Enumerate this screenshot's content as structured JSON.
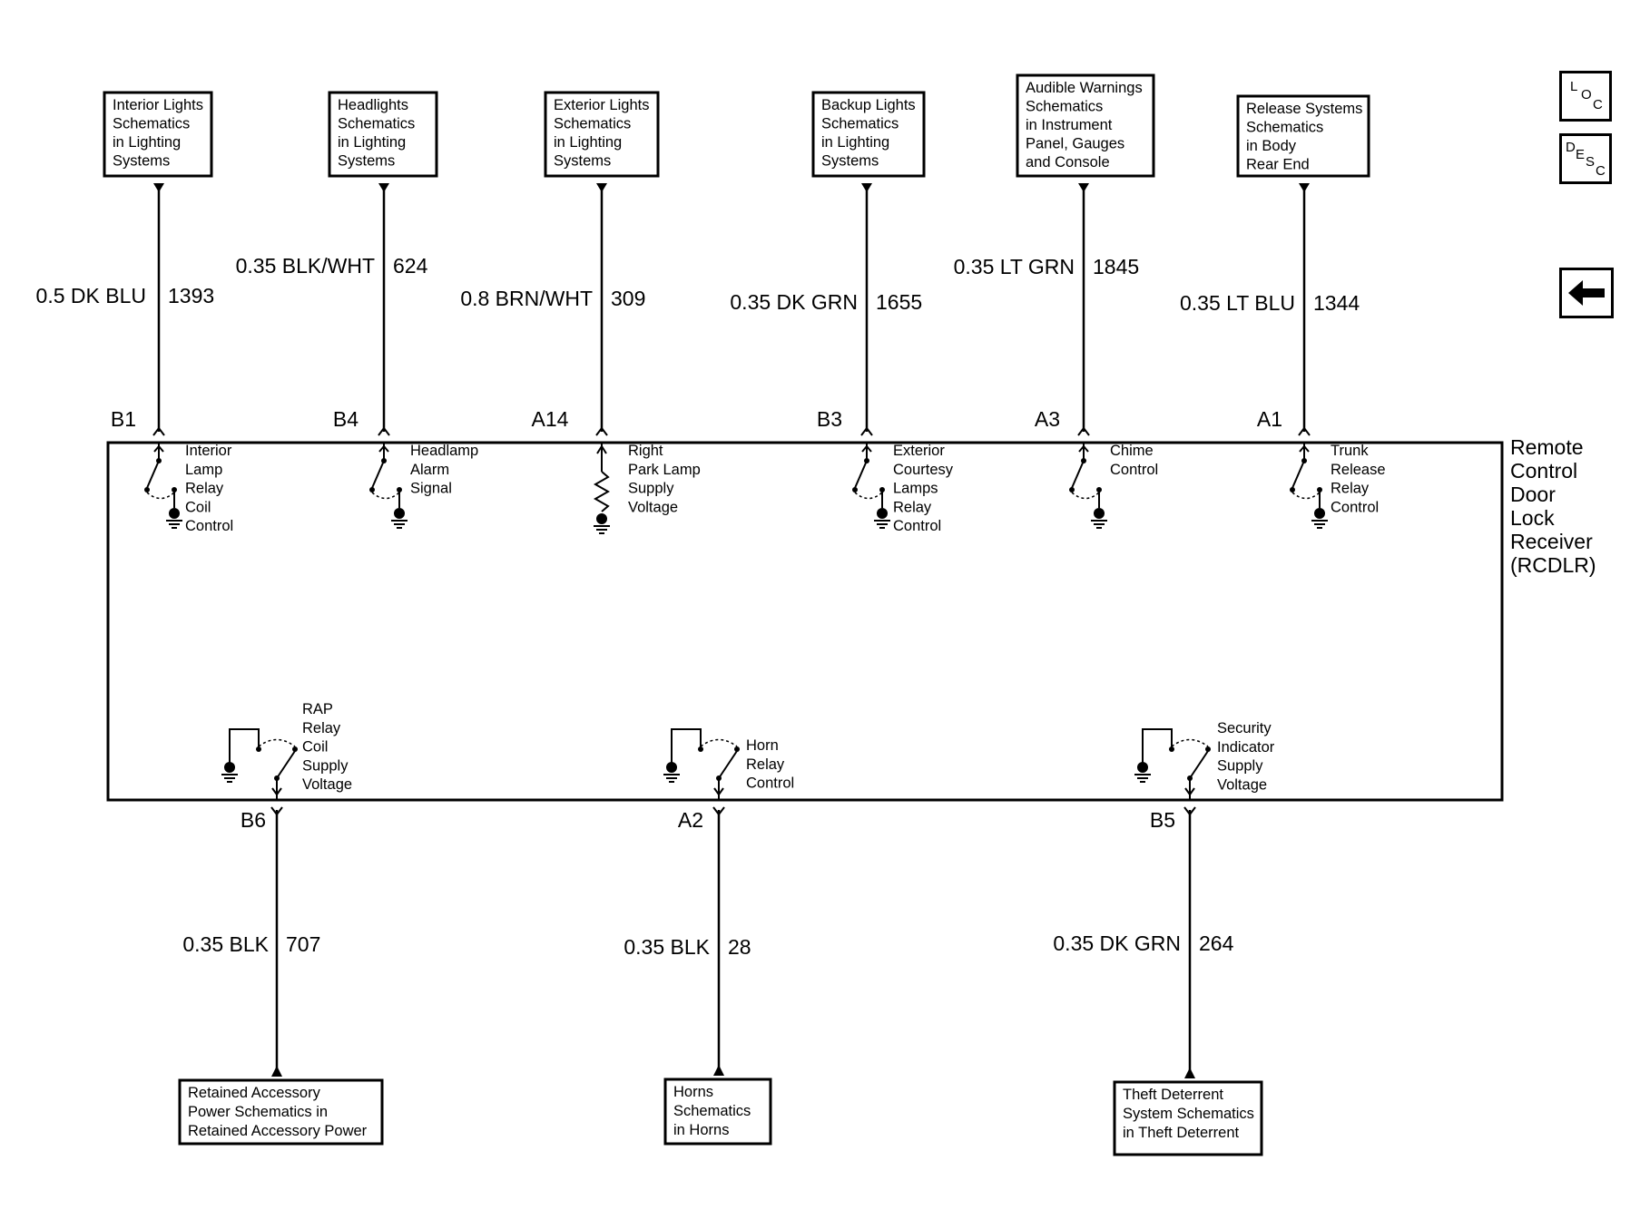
{
  "module": {
    "title_lines": [
      "Remote",
      "Control",
      "Door",
      "Lock",
      "Receiver",
      "(RCDLR)"
    ]
  },
  "nav": {
    "loc": [
      "L",
      "O",
      "C"
    ],
    "desc": [
      "D",
      "E",
      "S",
      "C"
    ]
  },
  "top_circuits": [
    {
      "box": [
        "Interior Lights",
        "Schematics",
        "in Lighting",
        "Systems"
      ],
      "gauge_color": "0.5 DK BLU",
      "circuit": "1393",
      "pin": "B1",
      "internal": [
        "Interior",
        "Lamp",
        "Relay",
        "Coil",
        "Control"
      ]
    },
    {
      "box": [
        "Headlights",
        "Schematics",
        "in Lighting",
        "Systems"
      ],
      "gauge_color": "0.35 BLK/WHT",
      "circuit": "624",
      "pin": "B4",
      "internal": [
        "Headlamp",
        "Alarm",
        "Signal"
      ]
    },
    {
      "box": [
        "Exterior Lights",
        "Schematics",
        "in Lighting",
        "Systems"
      ],
      "gauge_color": "0.8 BRN/WHT",
      "circuit": "309",
      "pin": "A14",
      "internal": [
        "Right",
        "Park Lamp",
        "Supply",
        "Voltage"
      ]
    },
    {
      "box": [
        "Backup Lights",
        "Schematics",
        "in Lighting",
        "Systems"
      ],
      "gauge_color": "0.35 DK GRN",
      "circuit": "1655",
      "pin": "B3",
      "internal": [
        "Exterior",
        "Courtesy",
        "Lamps",
        "Relay",
        "Control"
      ]
    },
    {
      "box": [
        "Audible Warnings",
        "Schematics",
        "in Instrument",
        "Panel, Gauges",
        "and Console"
      ],
      "gauge_color": "0.35 LT GRN",
      "circuit": "1845",
      "pin": "A3",
      "internal": [
        "Chime",
        "Control"
      ]
    },
    {
      "box": [
        "Release Systems",
        "Schematics",
        "in Body",
        "Rear End"
      ],
      "gauge_color": "0.35 LT BLU",
      "circuit": "1344",
      "pin": "A1",
      "internal": [
        "Trunk",
        "Release",
        "Relay",
        "Control"
      ]
    }
  ],
  "bottom_circuits": [
    {
      "box": [
        "Retained Accessory",
        "Power Schematics in",
        "Retained Accessory Power"
      ],
      "gauge_color": "0.35 BLK",
      "circuit": "707",
      "pin": "B6",
      "internal": [
        "RAP",
        "Relay",
        "Coil",
        "Supply",
        "Voltage"
      ]
    },
    {
      "box": [
        "Horns",
        "Schematics",
        "in Horns"
      ],
      "gauge_color": "0.35 BLK",
      "circuit": "28",
      "pin": "A2",
      "internal": [
        "Horn",
        "Relay",
        "Control"
      ]
    },
    {
      "box": [
        "Theft Deterrent",
        "System Schematics",
        "in Theft Deterrent"
      ],
      "gauge_color": "0.35 DK GRN",
      "circuit": "264",
      "pin": "B5",
      "internal": [
        "Security",
        "Indicator",
        "Supply",
        "Voltage"
      ]
    }
  ]
}
